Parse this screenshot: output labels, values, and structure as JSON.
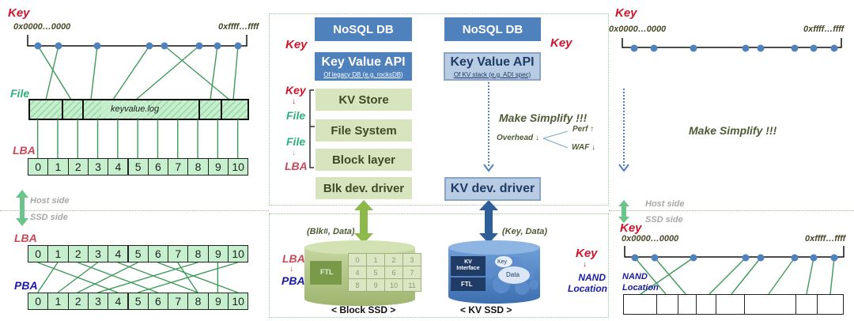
{
  "left_panel": {
    "key_label": "Key",
    "key_range_start": "0x0000…0000",
    "key_range_end": "0xffff…ffff",
    "file_label": "File",
    "file_name": "keyvalue.log",
    "lba_label_top": "LBA",
    "lba_top_cells": [
      "0",
      "1",
      "2",
      "3",
      "4",
      "5",
      "6",
      "7",
      "8",
      "9",
      "10"
    ],
    "host_side": "Host side",
    "ssd_side": "SSD side",
    "lba_label_bottom": "LBA",
    "lba_bottom_cells": [
      "0",
      "1",
      "2",
      "3",
      "4",
      "5",
      "6",
      "7",
      "8",
      "9",
      "10"
    ],
    "pba_label": "PBA",
    "pba_cells": [
      "0",
      "1",
      "2",
      "3",
      "4",
      "5",
      "6",
      "7",
      "8",
      "9",
      "10"
    ]
  },
  "middle_left_stack": {
    "key_label": "Key",
    "nosql": "NoSQL DB",
    "kv_api_title": "Key Value API",
    "kv_api_sub": "Of legacy DB (e.g. rocksDB)",
    "map_key": "Key",
    "map_file1": "File",
    "map_file2": "File",
    "map_lba": "LBA",
    "arrow_down": "↓",
    "layers": [
      "KV Store",
      "File System",
      "Block layer"
    ],
    "driver": "Blk dev. driver",
    "io_label": "(Blk#, Data)",
    "ssd_lba": "LBA",
    "ssd_pba": "PBA",
    "ftl": "FTL",
    "ftl_grid": [
      "0",
      "1",
      "2",
      "3",
      "4",
      "5",
      "6",
      "7",
      "8",
      "9",
      "10",
      "11"
    ],
    "ssd_caption": "< Block  SSD >"
  },
  "middle_right_stack": {
    "key_label": "Key",
    "nosql": "NoSQL DB",
    "kv_api_title": "Key Value API",
    "kv_api_sub": "Of KV stack (e.g. ADI spec)",
    "make_simplify": "Make Simplify !!!",
    "overhead": "Overhead ↓",
    "perf": "Perf ↑",
    "waf": "WAF ↓",
    "driver": "KV dev. driver",
    "io_label": "(Key, Data)",
    "kv_interface": "KV Interface",
    "ftl": "FTL",
    "bubble_key": "Key",
    "bubble_data": "Data",
    "nand_key": "Key",
    "nand_location": "NAND Location",
    "ssd_caption": "< KV SSD >"
  },
  "right_panel": {
    "key_label_top": "Key",
    "key_range_start": "0x0000…0000",
    "key_range_end": "0xffff…ffff",
    "make_simplify": "Make Simplify !!!",
    "host_side": "Host side",
    "ssd_side": "SSD side",
    "key_label_bottom": "Key",
    "key_range_start_bottom": "0x0000…0000",
    "key_range_end_bottom": "0xffff…ffff",
    "nand_label": "NAND Location"
  },
  "colors": {
    "key_red": "#d0142c",
    "file_green": "#2bb27a",
    "lba_red": "#c84a5a",
    "pba_blue": "#1a1aa8",
    "nosql_blue": "#4f81bd",
    "kv_light_blue": "#b8cce4",
    "layer_green": "#d7e4bd",
    "cell_green": "#c6efce",
    "mapping_line": "#3f9a5a",
    "key_dot": "#4f81bd"
  }
}
